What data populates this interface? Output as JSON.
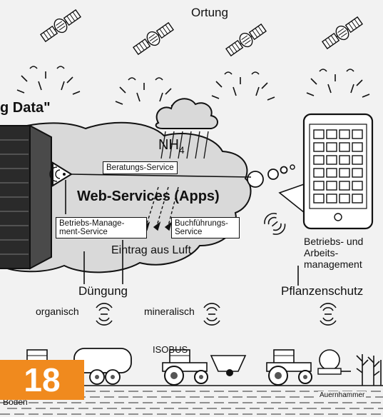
{
  "labels": {
    "ortung": "Ortung",
    "big_data": "g Data\"",
    "nh": "NH",
    "nh_sub": "4",
    "beratung": "Beratungs-Service",
    "web_services": "Web-Services (Apps)",
    "betriebs_line1": "Betriebs-Manage-",
    "betriebs_line2": "ment-Service",
    "buchfuehrung_line1": "Buchführungs-",
    "buchfuehrung_line2": "Service",
    "eintrag": "Eintrag aus Luft",
    "duengung": "Düngung",
    "organisch": "organisch",
    "mineralisch": "mineralisch",
    "pflanzenschutz": "Pflanzenschutz",
    "management_line1": "Betriebs- und",
    "management_line2": "Arbeits-",
    "management_line3": "management",
    "isobus": "ISOBUS",
    "boden": "Boden",
    "credit": "Auernhammer",
    "page_number": "18"
  },
  "colors": {
    "badge": "#f08a1e",
    "cloud": "#d9d9d9",
    "server": "#2a2a2a",
    "ink": "#111111"
  },
  "icons": [
    "satellite-icon",
    "cloud-rain-icon",
    "server-rack-icon",
    "tablet-icon",
    "antenna-icon",
    "tractor-icon",
    "wireless-signal-icon",
    "plant-icon"
  ]
}
